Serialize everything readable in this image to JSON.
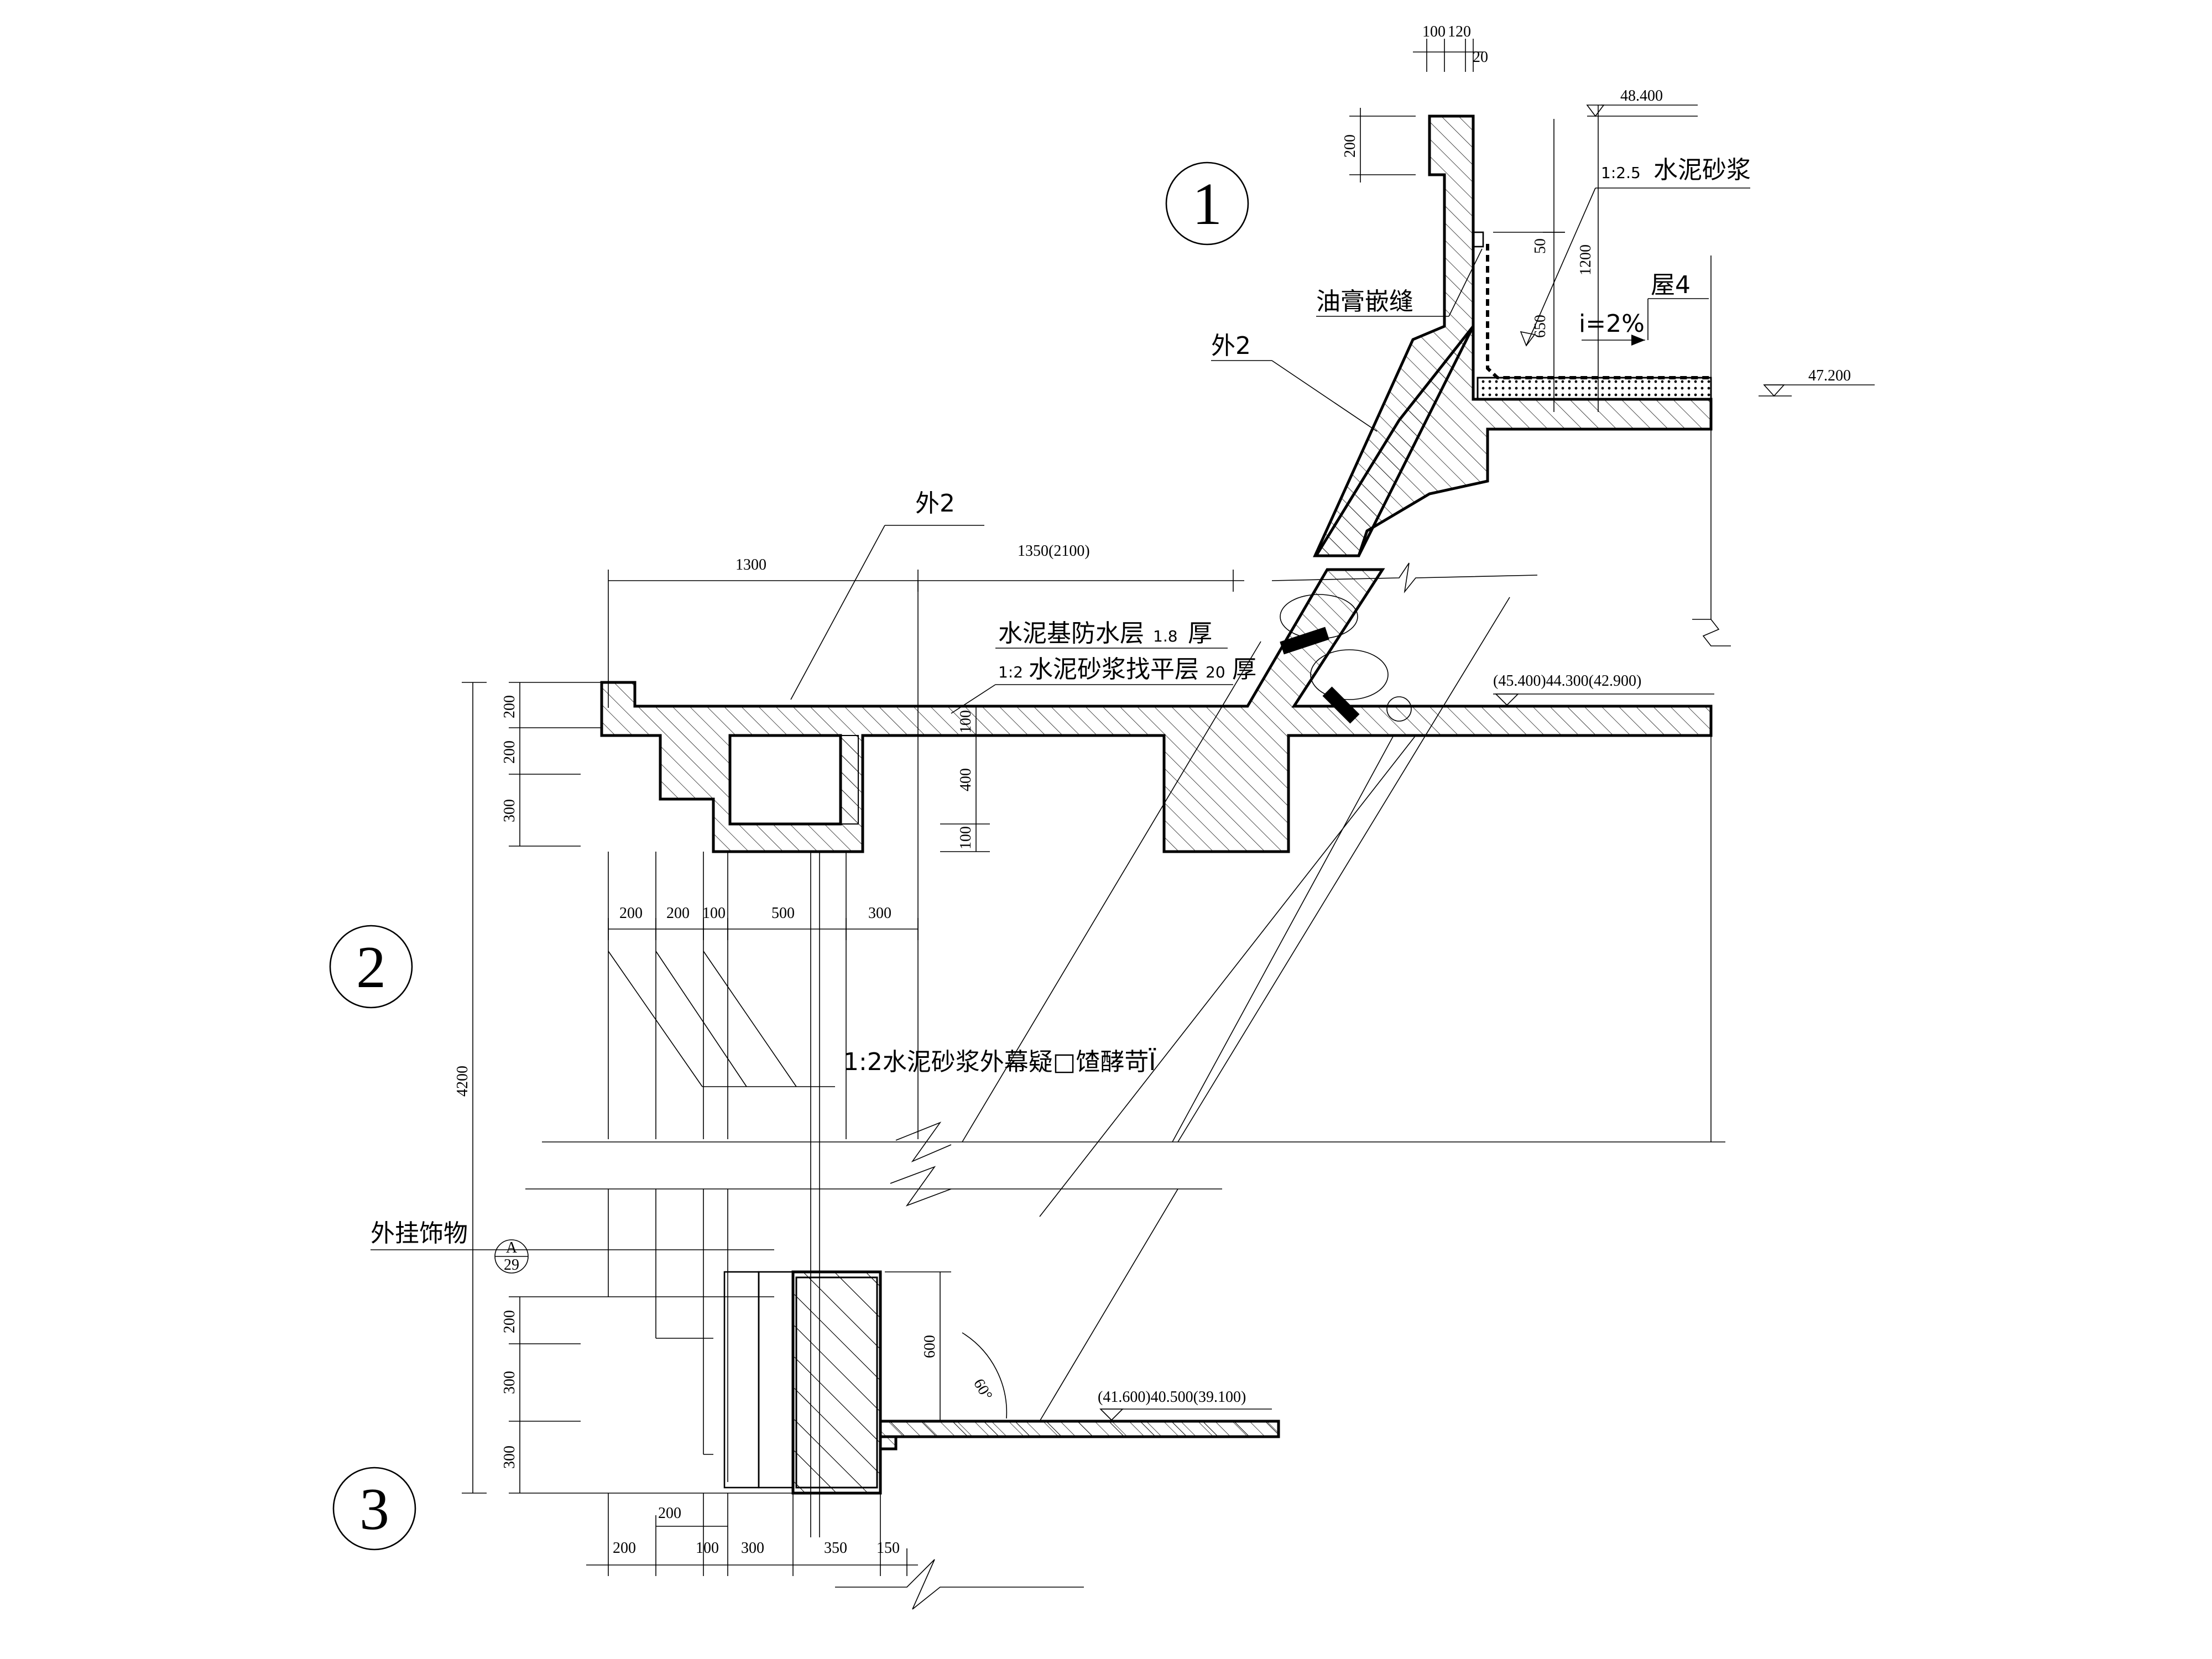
{
  "detail_markers": [
    "1",
    "2",
    "3"
  ],
  "callouts": {
    "ext_top": "外2",
    "ext_slope": "外2",
    "oil_seal": "油膏嵌缝",
    "mortar_label_ratio": "1:2.5",
    "mortar_label": "水泥砂浆",
    "roof": "屋4",
    "slope": "i=2%",
    "waterproof_a": "水泥基防水层",
    "waterproof_b": "1.8",
    "waterproof_c": "厚",
    "leveling_ratio": "1:2",
    "leveling_a": "水泥砂浆找平层",
    "leveling_b": "20",
    "leveling_c": "厚",
    "facade_note": "1:2水泥砂浆外幕疑□馇酵苛Ï",
    "hanging": "外挂饰物",
    "ref_num": "A",
    "ref_den": "29"
  },
  "elevations": {
    "top": "48.400",
    "roof": "47.200",
    "mid": "(45.400)44.300(42.900)",
    "low": "(41.600)40.500(39.100)"
  },
  "dimensions": {
    "top_widths": [
      "100",
      "120",
      "20"
    ],
    "parapet_h": "200",
    "drip": "50",
    "h1200": "1200",
    "h650": "650",
    "w1300": "1300",
    "w1350": "1350(2100)",
    "left_upper": [
      "200",
      "200",
      "300"
    ],
    "mid_vert": [
      "100",
      "400",
      "100"
    ],
    "mid_row": [
      "200",
      "200",
      "100",
      "500",
      "300"
    ],
    "total_h": "4200",
    "left_lower": [
      "200",
      "300",
      "300"
    ],
    "h600": "600",
    "angle": "60°",
    "bottom_top": "200",
    "bottom_row": [
      "200",
      "100",
      "300",
      "350",
      "150"
    ]
  }
}
